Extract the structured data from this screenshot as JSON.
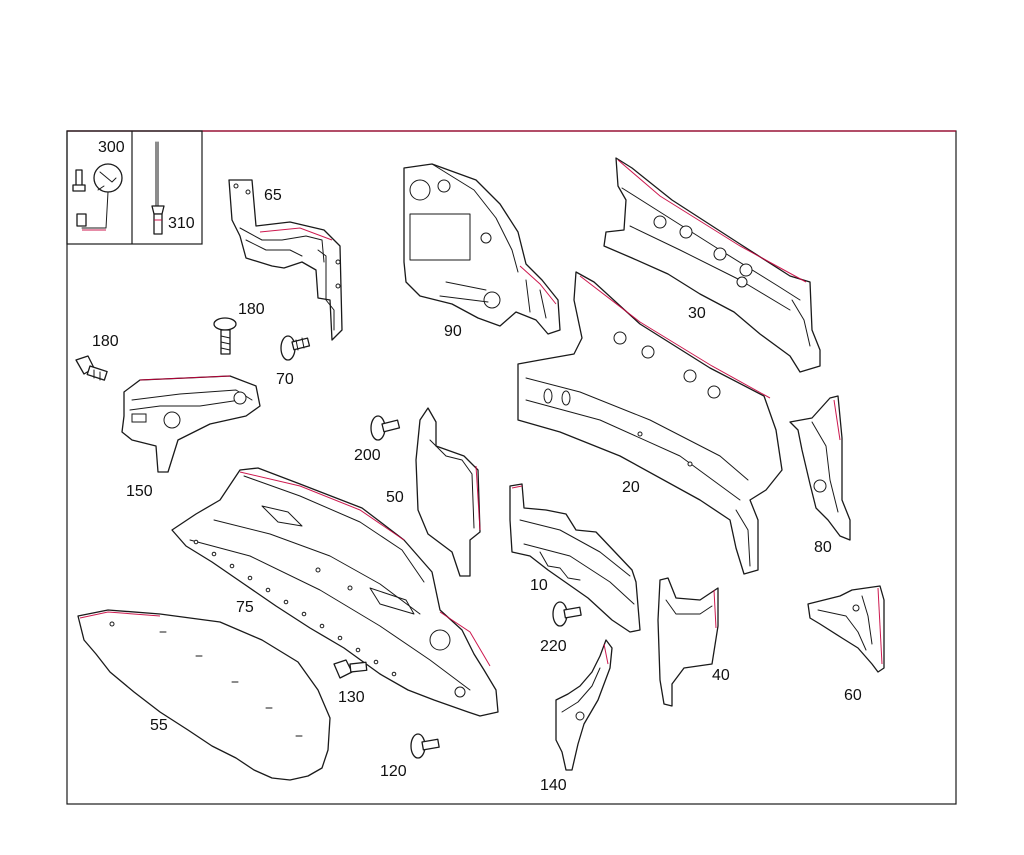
{
  "diagram": {
    "parts": [
      {
        "id": "p10",
        "label": "10"
      },
      {
        "id": "p20",
        "label": "20"
      },
      {
        "id": "p30",
        "label": "30"
      },
      {
        "id": "p40",
        "label": "40"
      },
      {
        "id": "p50",
        "label": "50"
      },
      {
        "id": "p55",
        "label": "55"
      },
      {
        "id": "p60",
        "label": "60"
      },
      {
        "id": "p65",
        "label": "65"
      },
      {
        "id": "p70",
        "label": "70"
      },
      {
        "id": "p75",
        "label": "75"
      },
      {
        "id": "p80",
        "label": "80"
      },
      {
        "id": "p90",
        "label": "90"
      },
      {
        "id": "p120",
        "label": "120"
      },
      {
        "id": "p130",
        "label": "130"
      },
      {
        "id": "p140",
        "label": "140"
      },
      {
        "id": "p150",
        "label": "150"
      },
      {
        "id": "p180a",
        "label": "180"
      },
      {
        "id": "p180b",
        "label": "180"
      },
      {
        "id": "p200",
        "label": "200"
      },
      {
        "id": "p220",
        "label": "220"
      },
      {
        "id": "p300",
        "label": "300"
      },
      {
        "id": "p310",
        "label": "310"
      }
    ]
  }
}
